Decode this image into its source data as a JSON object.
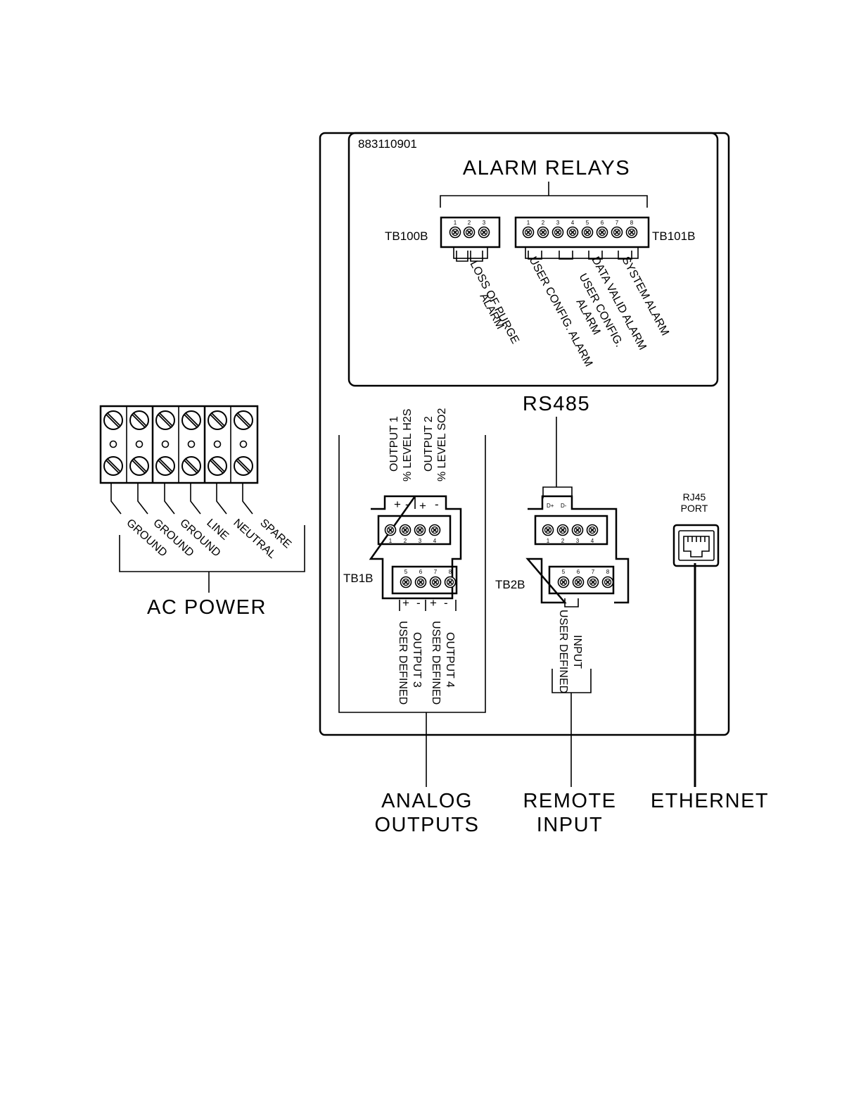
{
  "part_number": "883110901",
  "alarm_relays": {
    "title": "ALARM RELAYS",
    "tb100b": {
      "label": "TB100B",
      "pins": [
        "1",
        "2",
        "3"
      ]
    },
    "tb101b": {
      "label": "TB101B",
      "pins": [
        "1",
        "2",
        "3",
        "4",
        "5",
        "6",
        "7",
        "8"
      ]
    },
    "loss_of_purge": [
      "LOSS OF PURGE",
      "ALARM"
    ],
    "user_config_1": "USER CONFIG. ALARM",
    "user_config_2": [
      "USER CONFIG.",
      "ALARM"
    ],
    "data_valid": "DATA VALID ALARM",
    "system_alarm": "SYSTEM ALARM"
  },
  "ac_power": {
    "title": "AC POWER",
    "terminals": [
      "GROUND",
      "GROUND",
      "GROUND",
      "LINE",
      "NEUTRAL",
      "SPARE"
    ]
  },
  "analog": {
    "tb_label": "TB1B",
    "output1": [
      "OUTPUT 1",
      "% LEVEL H2S"
    ],
    "output2": [
      "OUTPUT 2",
      "% LEVEL SO2"
    ],
    "output3": [
      "OUTPUT 3",
      "USER DEFINED"
    ],
    "output4": [
      "OUTPUT 4",
      "USER DEFINED"
    ],
    "top_pins": [
      "1",
      "2",
      "3",
      "4"
    ],
    "bottom_pins": [
      "5",
      "6",
      "7",
      "8"
    ],
    "plus": "+",
    "minus": "-",
    "title": [
      "ANALOG",
      "OUTPUTS"
    ]
  },
  "remote": {
    "tb_label": "TB2B",
    "rs485": "RS485",
    "d_plus": "D+",
    "d_minus": "D-",
    "top_pins": [
      "1",
      "2",
      "3",
      "4"
    ],
    "bottom_pins": [
      "5",
      "6",
      "7",
      "8"
    ],
    "input": [
      "INPUT",
      "USER DEFINED"
    ],
    "title": [
      "REMOTE",
      "INPUT"
    ]
  },
  "ethernet": {
    "port": [
      "RJ45",
      "PORT"
    ],
    "title": "ETHERNET"
  }
}
